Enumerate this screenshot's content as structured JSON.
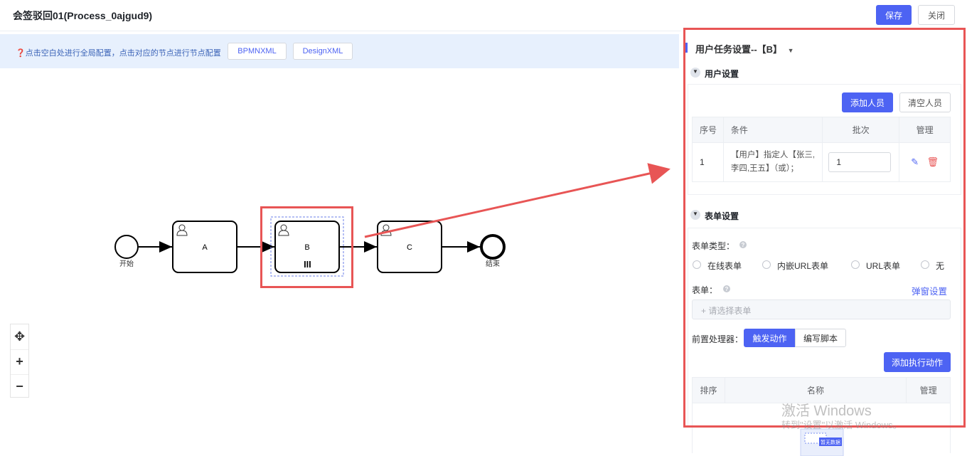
{
  "header": {
    "title": "会签驳回01(Process_0ajgud9)",
    "save_label": "保存",
    "close_label": "关闭"
  },
  "hint_bar": {
    "hint_text": "❓点击空白处进行全局配置，点击对应的节点进行节点配置",
    "bpmnxml_label": "BPMNXML",
    "designxml_label": "DesignXML"
  },
  "diagram": {
    "nodes": [
      {
        "id": "start",
        "label": "开始",
        "type": "start-event"
      },
      {
        "id": "A",
        "label": "A",
        "type": "user-task"
      },
      {
        "id": "B",
        "label": "B",
        "type": "user-task-multi-instance",
        "selected": true
      },
      {
        "id": "C",
        "label": "C",
        "type": "user-task"
      },
      {
        "id": "end",
        "label": "结束",
        "type": "end-event"
      }
    ],
    "icons": [
      "move-icon",
      "zoom-in-icon",
      "zoom-out-icon"
    ]
  },
  "panel": {
    "title": "用户任务设置--【B】",
    "user_settings": {
      "heading": "用户设置",
      "add_label": "添加人员",
      "clear_label": "清空人员",
      "columns": [
        "序号",
        "条件",
        "批次",
        "管理"
      ],
      "rows": [
        {
          "index": "1",
          "condition": "【用户】指定人【张三,李四,王五】（或）；",
          "batch": "1"
        }
      ]
    },
    "form_settings": {
      "heading": "表单设置",
      "type_label": "表单类型：",
      "type_options": [
        "在线表单",
        "内嵌URL表单",
        "URL表单",
        "无"
      ],
      "form_label": "表单：",
      "popup_link": "弹窗设置",
      "form_placeholder": "+ 请选择表单",
      "preprocessor_label": "前置处理器：",
      "preprocessor_tabs": [
        "触发动作",
        "编写脚本"
      ],
      "add_action_label": "添加执行动作",
      "action_columns": [
        "排序",
        "名称",
        "管理"
      ],
      "empty_badge": "暂无数据"
    }
  },
  "watermark": {
    "line1": "激活 Windows",
    "line2": "转到\"设置\"以激活 Windows。"
  },
  "colors": {
    "primary": "#4d63f3",
    "highlight_red": "#e85555",
    "hint_bg": "#e7f0fd"
  }
}
